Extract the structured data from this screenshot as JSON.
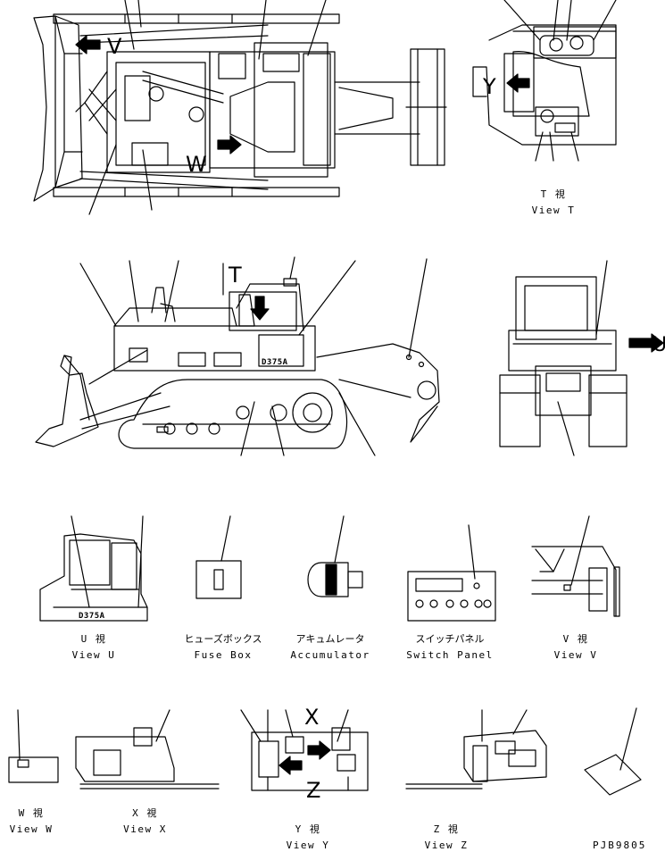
{
  "diagram": {
    "view_letters": {
      "v": "V",
      "w": "W",
      "y": "Y",
      "t": "T",
      "u": "U",
      "x": "X",
      "z": "Z"
    },
    "model_badge": "D375A",
    "captions": {
      "view_t": {
        "jp": "T  視",
        "en": "View T"
      },
      "view_u": {
        "jp": "U  視",
        "en": "View U"
      },
      "fuse_box": {
        "jp": "ヒューズボックス",
        "en": "Fuse Box"
      },
      "accumulator": {
        "jp": "アキュムレータ",
        "en": "Accumulator"
      },
      "switch_panel": {
        "jp": "スイッチパネル",
        "en": "Switch Panel"
      },
      "view_v": {
        "jp": "V  視",
        "en": "View V"
      },
      "view_w": {
        "jp": "W  視",
        "en": "View W"
      },
      "view_x": {
        "jp": "X  視",
        "en": "View X"
      },
      "view_y": {
        "jp": "Y  視",
        "en": "View Y"
      },
      "view_z": {
        "jp": "Z  視",
        "en": "View Z"
      }
    },
    "drawing_number": "PJB9805",
    "line_color": "#000000",
    "background_color": "#ffffff"
  }
}
